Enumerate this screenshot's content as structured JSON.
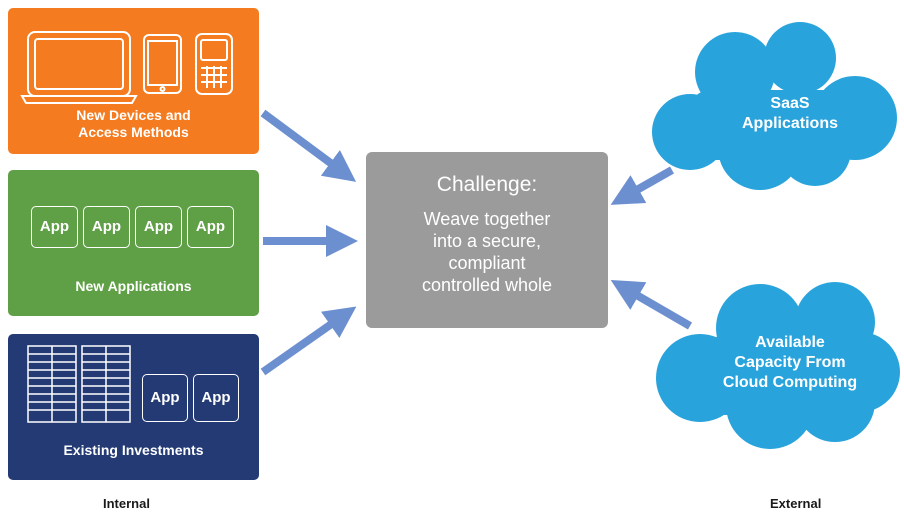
{
  "internal_boxes": {
    "devices": {
      "label_line1": "New Devices and",
      "label_line2": "Access Methods",
      "color": "#f47b20",
      "icons": [
        "laptop-icon",
        "tablet-icon",
        "phone-icon"
      ]
    },
    "applications": {
      "label": "New Applications",
      "color": "#5f9f45",
      "app_chips": [
        "App",
        "App",
        "App",
        "App"
      ]
    },
    "existing": {
      "label": "Existing Investments",
      "color": "#233a75",
      "icons": [
        "server-rack-icon",
        "server-rack-icon"
      ],
      "app_chips": [
        "App",
        "App"
      ]
    }
  },
  "challenge": {
    "title": "Challenge:",
    "line1": "Weave together",
    "line2": "into a secure,",
    "line3": "compliant",
    "line4": "controlled whole",
    "color": "#9b9b9b"
  },
  "clouds": {
    "saas": {
      "line1": "SaaS",
      "line2": "Applications",
      "color": "#29a3dc"
    },
    "capacity": {
      "line1": "Available",
      "line2": "Capacity From",
      "line3": "Cloud Computing",
      "color": "#29a3dc"
    }
  },
  "arrow_color": "#6c8fd0",
  "footer": {
    "internal": "Internal",
    "external": "External"
  }
}
